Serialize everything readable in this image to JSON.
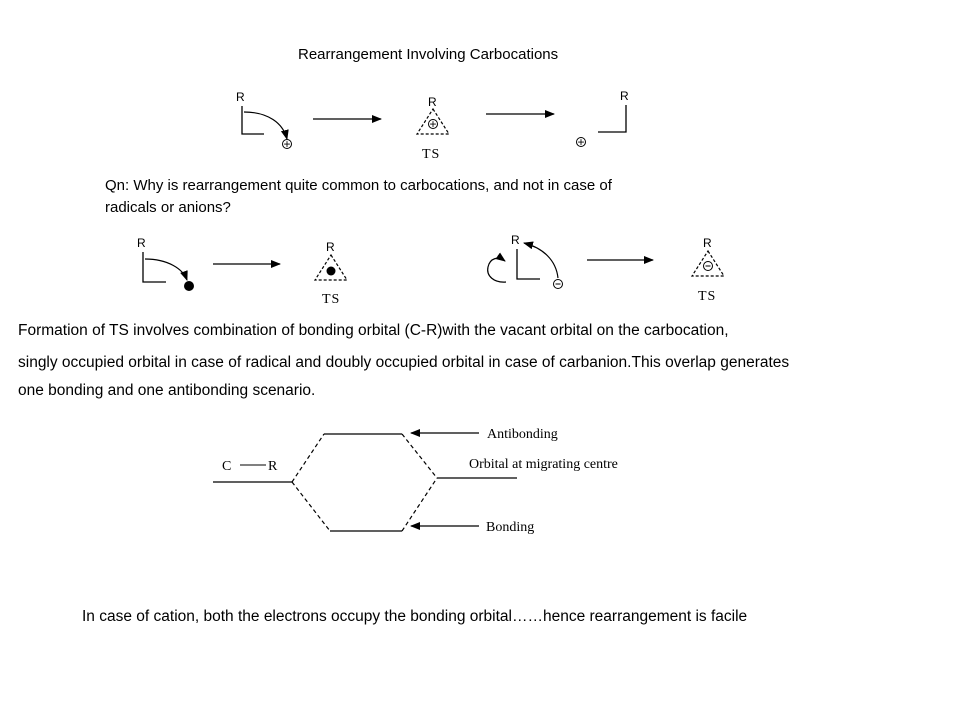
{
  "title": "Rearrangement Involving Carbocations",
  "question": {
    "line1": "Qn: Why is rearrangement quite common to carbocations, and not in case of",
    "line2": "radicals or anions?"
  },
  "paragraph": {
    "line1": "Formation of TS involves combination of bonding orbital (C-R)with the vacant orbital on the carbocation,",
    "line2": "singly occupied orbital in case of radical and doubly occupied orbital in case of carbanion.This overlap generates",
    "line3": "one bonding and one antibonding scenario."
  },
  "conclusion": "In case of cation, both the electrons occupy the bonding orbital……hence rearrangement is facile",
  "schemes": {
    "group_label": "R",
    "ts_label": "TS",
    "plus_symbol": "+",
    "minus_symbol": "−"
  },
  "mo_diagram": {
    "left_atom": "C",
    "left_group": "R",
    "antibonding": "Antibonding",
    "orbital_label": "Orbital at migrating centre",
    "bonding": "Bonding"
  }
}
